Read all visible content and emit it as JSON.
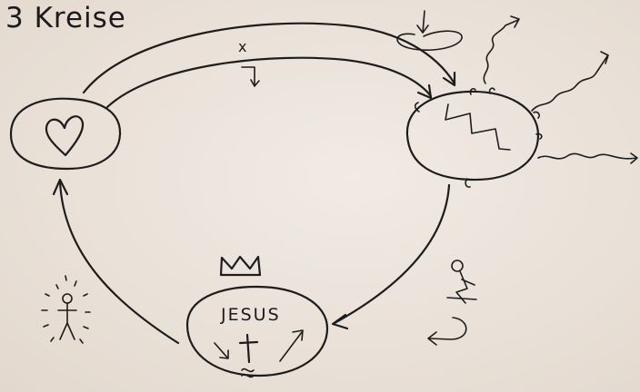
{
  "title": "3 Kreise",
  "circles": {
    "heart": {
      "icon": "heart-icon"
    },
    "world": {
      "icon": "zigzag-icon"
    },
    "jesus": {
      "label": "JESUS",
      "icons": [
        "crown-icon",
        "cross-icon"
      ]
    }
  },
  "arrow_marker": "x"
}
